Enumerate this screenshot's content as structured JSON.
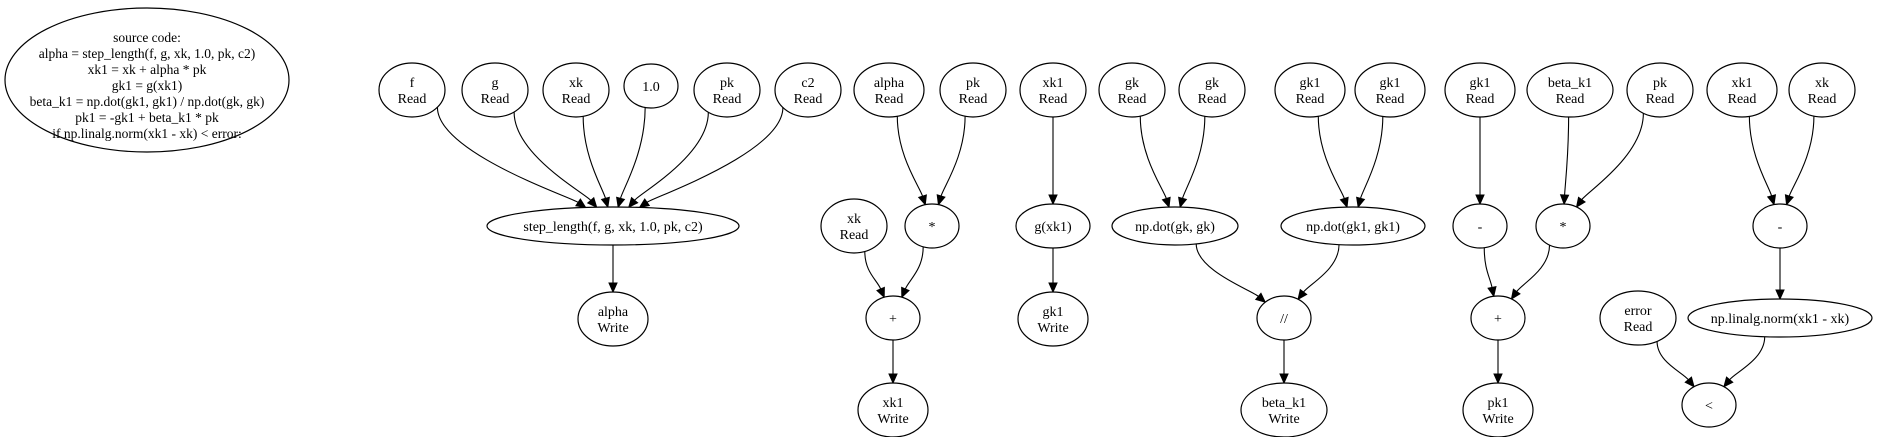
{
  "source": {
    "header": "source code:",
    "lines": [
      "alpha = step_length(f, g, xk, 1.0, pk, c2)",
      "xk1 = xk + alpha * pk",
      "gk1 = g(xk1)",
      "beta_k1 = np.dot(gk1, gk1) / np.dot(gk, gk)",
      "pk1 = -gk1 + beta_k1 * pk",
      "if np.linalg.norm(xk1 - xk) < error:"
    ]
  },
  "nodes": [
    {
      "id": "f_read",
      "lines": [
        "f",
        "Read"
      ]
    },
    {
      "id": "g_read",
      "lines": [
        "g",
        "Read"
      ]
    },
    {
      "id": "xk_read_1",
      "lines": [
        "xk",
        "Read"
      ]
    },
    {
      "id": "const_1_0",
      "lines": [
        "1.0"
      ]
    },
    {
      "id": "pk_read_1",
      "lines": [
        "pk",
        "Read"
      ]
    },
    {
      "id": "c2_read",
      "lines": [
        "c2",
        "Read"
      ]
    },
    {
      "id": "step_length_call",
      "lines": [
        "step_length(f, g, xk, 1.0, pk, c2)"
      ]
    },
    {
      "id": "alpha_write",
      "lines": [
        "alpha",
        "Write"
      ]
    },
    {
      "id": "alpha_read",
      "lines": [
        "alpha",
        "Read"
      ]
    },
    {
      "id": "pk_read_2",
      "lines": [
        "pk",
        "Read"
      ]
    },
    {
      "id": "mul_1",
      "lines": [
        "*"
      ]
    },
    {
      "id": "xk_read_2",
      "lines": [
        "xk",
        "Read"
      ]
    },
    {
      "id": "add_1",
      "lines": [
        "+"
      ]
    },
    {
      "id": "xk1_write",
      "lines": [
        "xk1",
        "Write"
      ]
    },
    {
      "id": "xk1_read_1",
      "lines": [
        "xk1",
        "Read"
      ]
    },
    {
      "id": "g_call",
      "lines": [
        "g(xk1)"
      ]
    },
    {
      "id": "gk1_write",
      "lines": [
        "gk1",
        "Write"
      ]
    },
    {
      "id": "gk_read_1",
      "lines": [
        "gk",
        "Read"
      ]
    },
    {
      "id": "gk_read_2",
      "lines": [
        "gk",
        "Read"
      ]
    },
    {
      "id": "dot_gk",
      "lines": [
        "np.dot(gk, gk)"
      ]
    },
    {
      "id": "gk1_read_1",
      "lines": [
        "gk1",
        "Read"
      ]
    },
    {
      "id": "gk1_read_2",
      "lines": [
        "gk1",
        "Read"
      ]
    },
    {
      "id": "dot_gk1",
      "lines": [
        "np.dot(gk1, gk1)"
      ]
    },
    {
      "id": "div",
      "lines": [
        "//"
      ]
    },
    {
      "id": "beta_k1_write",
      "lines": [
        "beta_k1",
        "Write"
      ]
    },
    {
      "id": "gk1_read_3",
      "lines": [
        "gk1",
        "Read"
      ]
    },
    {
      "id": "neg",
      "lines": [
        "-"
      ]
    },
    {
      "id": "beta_k1_read",
      "lines": [
        "beta_k1",
        "Read"
      ]
    },
    {
      "id": "pk_read_3",
      "lines": [
        "pk",
        "Read"
      ]
    },
    {
      "id": "mul_2",
      "lines": [
        "*"
      ]
    },
    {
      "id": "add_2",
      "lines": [
        "+"
      ]
    },
    {
      "id": "pk1_write",
      "lines": [
        "pk1",
        "Write"
      ]
    },
    {
      "id": "xk1_read_2",
      "lines": [
        "xk1",
        "Read"
      ]
    },
    {
      "id": "xk_read_3",
      "lines": [
        "xk",
        "Read"
      ]
    },
    {
      "id": "sub",
      "lines": [
        "-"
      ]
    },
    {
      "id": "norm_call",
      "lines": [
        "np.linalg.norm(xk1 - xk)"
      ]
    },
    {
      "id": "error_read",
      "lines": [
        "error",
        "Read"
      ]
    },
    {
      "id": "lt",
      "lines": [
        "<"
      ]
    }
  ],
  "edges": [
    [
      "f_read",
      "step_length_call"
    ],
    [
      "g_read",
      "step_length_call"
    ],
    [
      "xk_read_1",
      "step_length_call"
    ],
    [
      "const_1_0",
      "step_length_call"
    ],
    [
      "pk_read_1",
      "step_length_call"
    ],
    [
      "c2_read",
      "step_length_call"
    ],
    [
      "step_length_call",
      "alpha_write"
    ],
    [
      "alpha_read",
      "mul_1"
    ],
    [
      "pk_read_2",
      "mul_1"
    ],
    [
      "xk_read_2",
      "add_1"
    ],
    [
      "mul_1",
      "add_1"
    ],
    [
      "add_1",
      "xk1_write"
    ],
    [
      "xk1_read_1",
      "g_call"
    ],
    [
      "g_call",
      "gk1_write"
    ],
    [
      "gk_read_1",
      "dot_gk"
    ],
    [
      "gk_read_2",
      "dot_gk"
    ],
    [
      "gk1_read_1",
      "dot_gk1"
    ],
    [
      "gk1_read_2",
      "dot_gk1"
    ],
    [
      "dot_gk",
      "div"
    ],
    [
      "dot_gk1",
      "div"
    ],
    [
      "div",
      "beta_k1_write"
    ],
    [
      "gk1_read_3",
      "neg"
    ],
    [
      "beta_k1_read",
      "mul_2"
    ],
    [
      "pk_read_3",
      "mul_2"
    ],
    [
      "neg",
      "add_2"
    ],
    [
      "mul_2",
      "add_2"
    ],
    [
      "add_2",
      "pk1_write"
    ],
    [
      "xk1_read_2",
      "sub"
    ],
    [
      "xk_read_3",
      "sub"
    ],
    [
      "sub",
      "norm_call"
    ],
    [
      "error_read",
      "lt"
    ],
    [
      "norm_call",
      "lt"
    ]
  ]
}
